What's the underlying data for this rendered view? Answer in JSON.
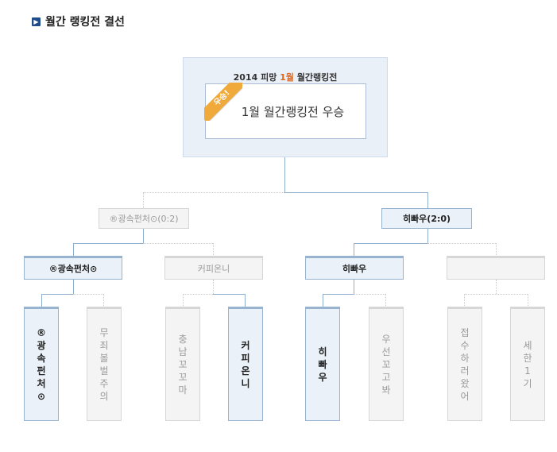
{
  "section": {
    "bullet": "▶",
    "title": "월간 랭킹전 결선"
  },
  "champion": {
    "header_prefix": "2014 피망 ",
    "header_month": "1월",
    "header_suffix": " 월간랭킹전",
    "ribbon": "우승!",
    "title": "1월 월간랭킹전 우승",
    "month_color": "#e0661d",
    "ribbon_color": "#f0a93b"
  },
  "final": {
    "left": {
      "label": "®광속펀처⊙(0:2)",
      "result": "lose"
    },
    "right": {
      "label": "히빠우(2:0)",
      "result": "win"
    }
  },
  "semis": [
    {
      "label": "®광속펀처⊙",
      "result": "win"
    },
    {
      "label": "커피온니",
      "result": "lose"
    },
    {
      "label": "히빠우",
      "result": "win"
    },
    {
      "label": "",
      "result": "lose"
    }
  ],
  "quarters": [
    {
      "chars": [
        "®",
        "광",
        "속",
        "펀",
        "처",
        "⊙"
      ],
      "result": "win"
    },
    {
      "chars": [
        "무",
        "죄",
        "볼",
        "벌",
        "주",
        "의"
      ],
      "result": "lose"
    },
    {
      "chars": [
        "충",
        "남",
        "꼬",
        "꼬",
        "마"
      ],
      "result": "lose"
    },
    {
      "chars": [
        "커",
        "피",
        "온",
        "니"
      ],
      "result": "win"
    },
    {
      "chars": [
        "히",
        "빠",
        "우"
      ],
      "result": "win"
    },
    {
      "chars": [
        "우",
        "선",
        "꼬",
        "고",
        "봐"
      ],
      "result": "lose"
    },
    {
      "chars": [
        "접",
        "수",
        "하",
        "러",
        "왔",
        "어"
      ],
      "result": "lose"
    },
    {
      "chars": [
        "세",
        "한",
        "1",
        "기"
      ],
      "result": "lose"
    }
  ]
}
